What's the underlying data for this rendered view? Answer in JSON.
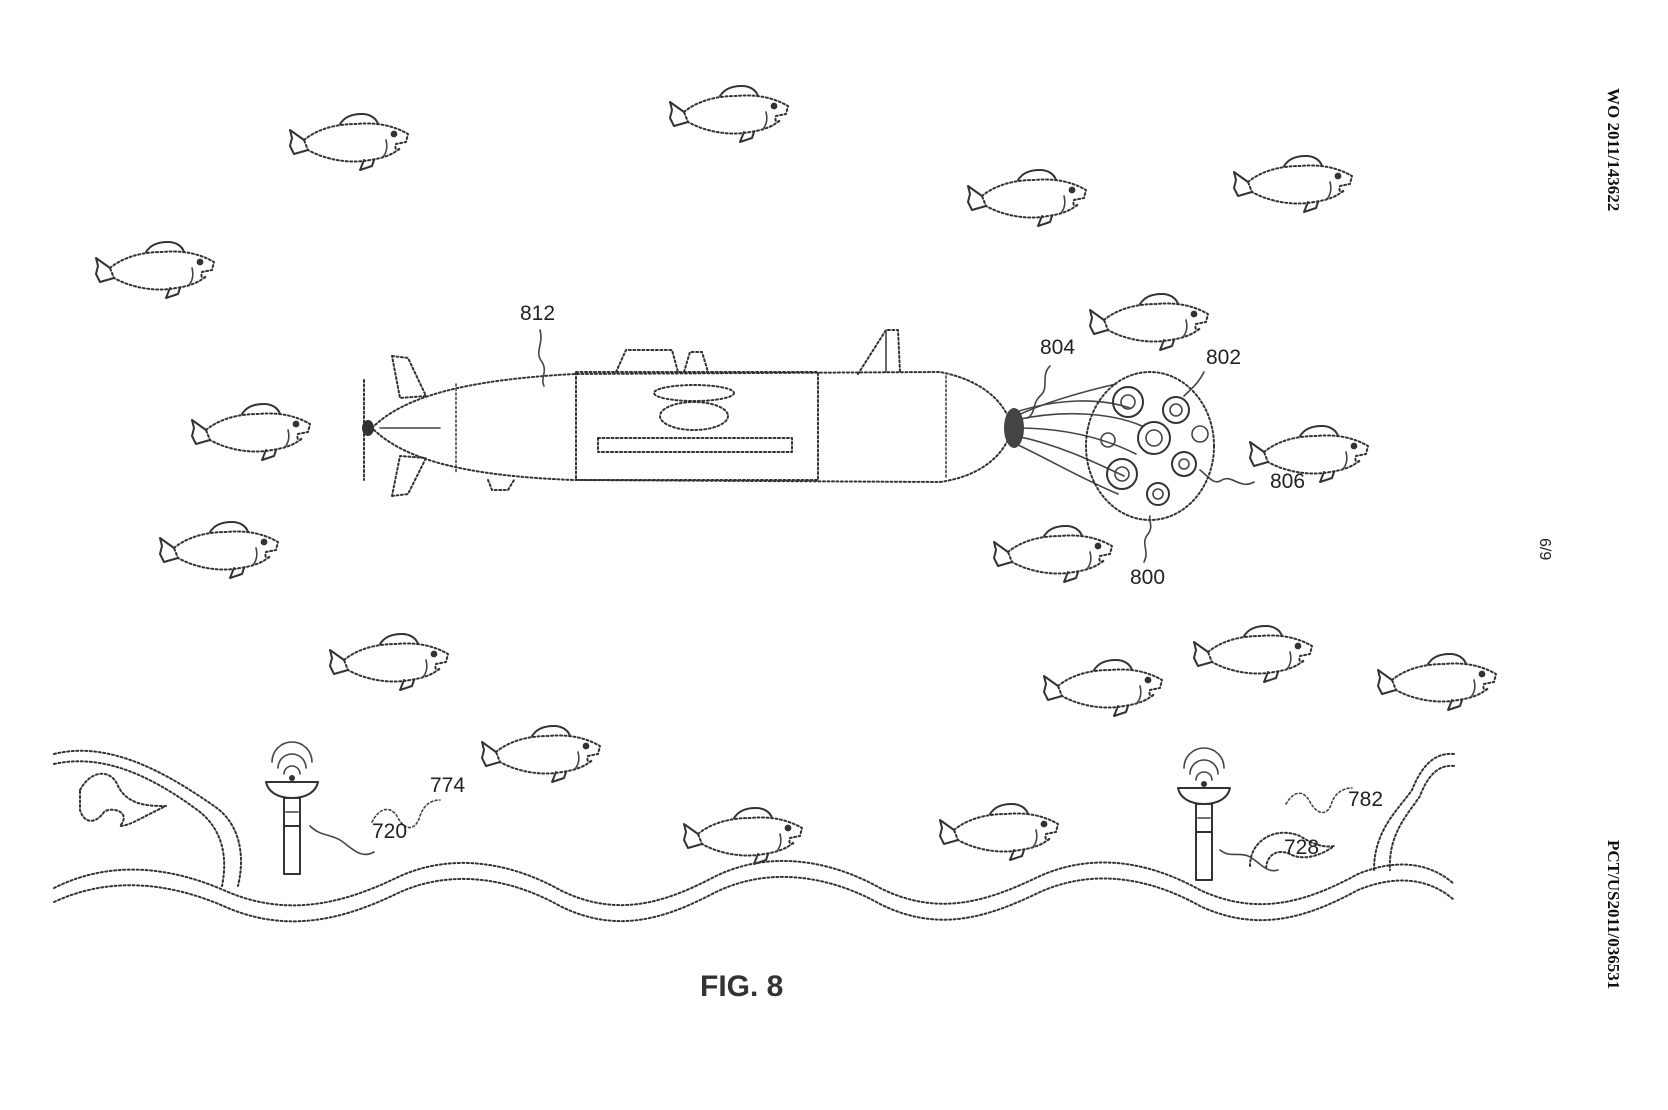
{
  "header": {
    "publication_number": "WO 2011/143622",
    "application_number": "PCT/US2011/036531",
    "sheet": "6/9"
  },
  "figure": {
    "caption": "FIG. 8",
    "reference_numerals": {
      "vehicle": "812",
      "tentacles": "804",
      "thruster_cluster": "802",
      "thruster_rim": "806",
      "propulsion_unit": "800",
      "signal_left": "774",
      "beacon_left": "720",
      "signal_right": "782",
      "beacon_right": "728"
    }
  },
  "scene": {
    "fish_icon": "fish-icon",
    "beacon_icon": "seafloor-beacon-icon",
    "vehicle_icon": "submarine-icon"
  }
}
